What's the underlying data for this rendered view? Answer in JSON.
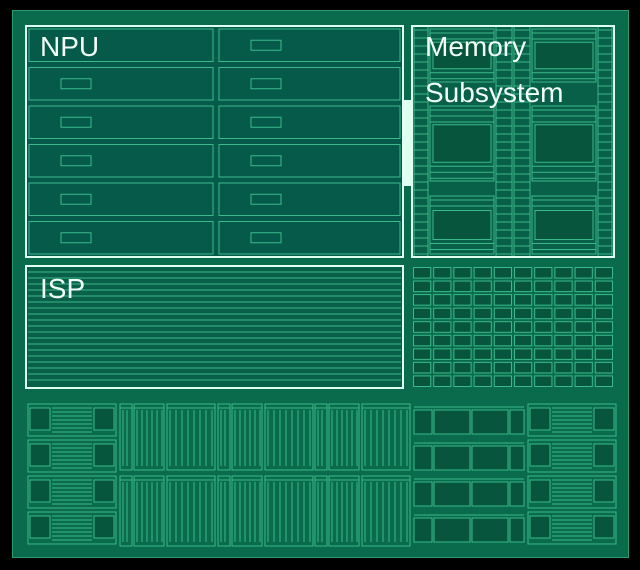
{
  "diagram": {
    "title": "SoC die layout",
    "blocks": [
      {
        "id": "npu",
        "label": "NPU",
        "highlighted": true,
        "pattern": "grid-rows",
        "rows": 6,
        "cols": 2
      },
      {
        "id": "memory",
        "label": "Memory\nSubsystem",
        "label_lines": [
          "Memory",
          "Subsystem"
        ],
        "highlighted": true,
        "pattern": "memory-banks"
      },
      {
        "id": "isp",
        "label": "ISP",
        "highlighted": true,
        "pattern": "horizontal-stripes"
      },
      {
        "id": "sram-grid",
        "label": "",
        "highlighted": false,
        "pattern": "cell-grid",
        "rows": 9,
        "cols": 10
      },
      {
        "id": "cpu-gpu-area",
        "label": "",
        "highlighted": false,
        "pattern": "mixed-logic"
      }
    ]
  },
  "colors": {
    "background": "#000000",
    "die": "#0a6a4c",
    "die_inner": "#0c7050",
    "highlight_fill": "#055a4a",
    "highlight_border": "#dffff0",
    "trace": "#3bb98a",
    "dark_cell": "#06553c",
    "label": "#f2fff8"
  }
}
